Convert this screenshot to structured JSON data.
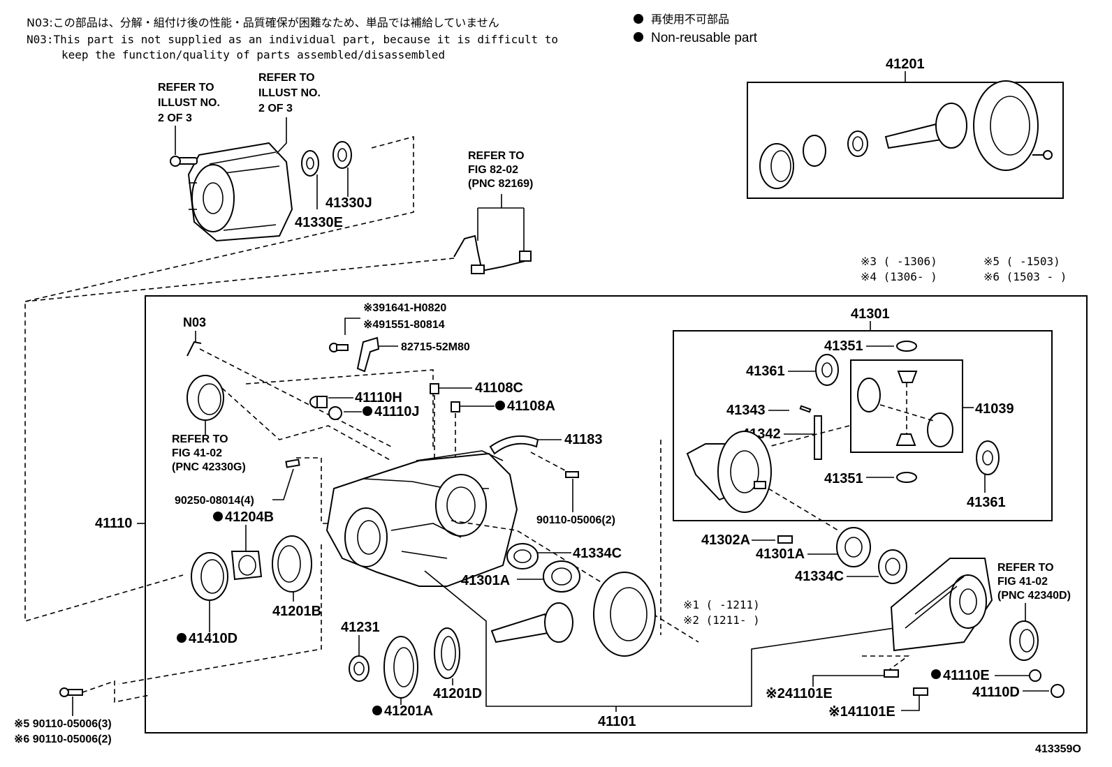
{
  "notes": {
    "jp": "N03:この部品は、分解・組付け後の性能・品質確保が困難なため、単品では補給していません",
    "en_line1": "N03:This part is not supplied as an individual part, because it is difficult to",
    "en_line2": "keep the function/quality of parts assembled/disassembled"
  },
  "legend": {
    "jp": "再使用不可部品",
    "en": "Non-reusable part"
  },
  "serial_notes": {
    "s3": "※3 (      -1306)",
    "s5": "※5 (      -1503)",
    "s4": "※4 (1306-      )",
    "s6": "※6 (1503 -     )",
    "s1": "※1 (      -1211)",
    "s2": "※2 (1211-      )"
  },
  "refs": {
    "ref_a": [
      "REFER TO",
      "ILLUST NO.",
      "2 OF 3"
    ],
    "ref_b": [
      "REFER TO",
      "ILLUST NO.",
      "2 OF 3"
    ],
    "ref_fig82": [
      "REFER TO",
      "FIG 82-02",
      "(PNC 82169)"
    ],
    "ref_fig41a": [
      "REFER TO",
      "FIG 41-02",
      "(PNC 42330G)"
    ],
    "ref_fig41b": [
      "REFER TO",
      "FIG 41-02",
      "(PNC 42340D)"
    ]
  },
  "labels": {
    "p41330E": "41330E",
    "p41330J": "41330J",
    "p41201": "41201",
    "p41301": "41301",
    "pN03": "N03",
    "p91641": "※391641-H0820",
    "p91551": "※491551-80814",
    "p82715": "82715-52M80",
    "p41110H": "41110H",
    "p41110J": "41110J",
    "p41108C": "41108C",
    "p41108A": "41108A",
    "p41183": "41183",
    "p90250": "90250-08014(4)",
    "p41204B": "41204B",
    "p41110": "41110",
    "p90110a": "90110-05006(2)",
    "p41334C_a": "41334C",
    "p41301A_a": "41301A",
    "p41201B": "41201B",
    "p41410D": "41410D",
    "p41231": "41231",
    "p41201D": "41201D",
    "p41201A": "41201A",
    "p41101": "41101",
    "p41351a": "41351",
    "p41361a": "41361",
    "p41343": "41343",
    "p41342": "41342",
    "p41039": "41039",
    "p41351b": "41351",
    "p41361b": "41361",
    "p41302A": "41302A",
    "p41301A_b": "41301A",
    "p41334C_b": "41334C",
    "p41101E_a": "※241101E",
    "p41101E_b": "※141101E",
    "p41110E": "41110E",
    "p41110D": "41110D",
    "p90110_s5": "※5 90110-05006(3)",
    "p90110_s6": "※6 90110-05006(2)",
    "illus_id": "413359O"
  }
}
